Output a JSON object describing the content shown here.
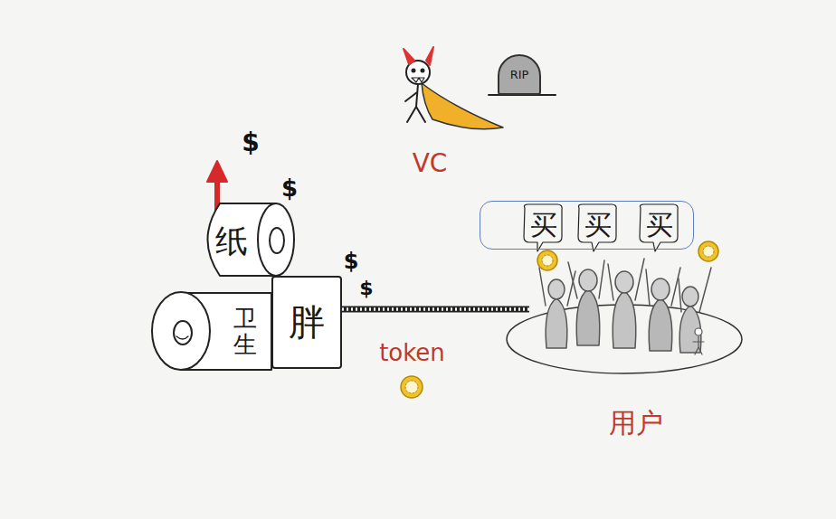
{
  "diagram": {
    "nodes": [
      {
        "text": [
          "纸"
        ]
      },
      {
        "text": [
          "卫生"
        ]
      },
      {
        "text": [
          "胖"
        ]
      },
      {
        "text": [
          "RIP"
        ]
      },
      {
        "text": [
          "买",
          "买",
          "买"
        ]
      },
      {
        "text": [
          "用户"
        ]
      }
    ],
    "edges": [
      {
        "from": 2,
        "to": 5,
        "arrow": "none",
        "label": "token"
      }
    ],
    "labels": [
      "$",
      "$",
      "$",
      "$",
      "VC"
    ]
  }
}
